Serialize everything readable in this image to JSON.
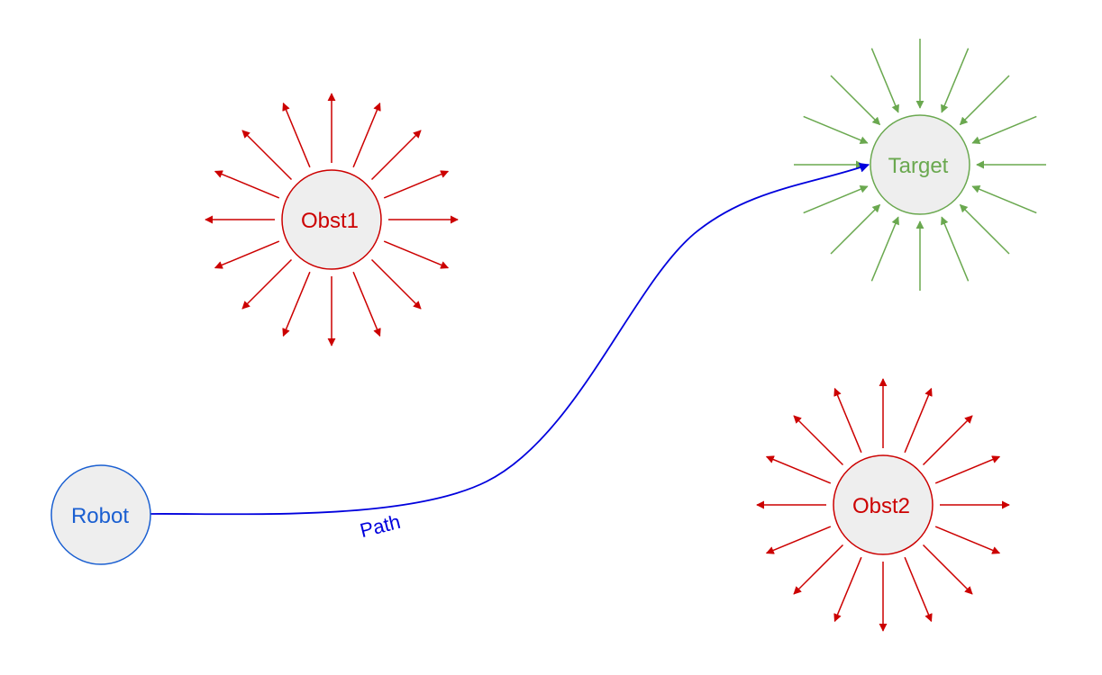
{
  "diagram": {
    "nodes": {
      "robot": {
        "label": "Robot"
      },
      "obst1": {
        "label": "Obst1"
      },
      "obst2": {
        "label": "Obst2"
      },
      "target": {
        "label": "Target"
      }
    },
    "path": {
      "label": "Path"
    }
  },
  "colors": {
    "robot": "#1a5fd1",
    "obstacle": "#cc0000",
    "target": "#6aa84f",
    "path": "#0000dd",
    "node_fill": "#eeeeee"
  },
  "fields": {
    "obst1": {
      "kind": "repulsive",
      "arrow_count": 16
    },
    "obst2": {
      "kind": "repulsive",
      "arrow_count": 16
    },
    "target": {
      "kind": "attractive",
      "arrow_count": 16
    }
  }
}
